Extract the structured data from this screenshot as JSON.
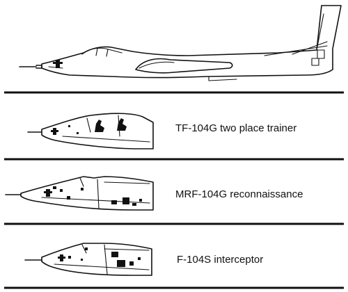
{
  "variants": [
    {
      "caption": ""
    },
    {
      "caption": "TF-104G two place trainer"
    },
    {
      "caption": "MRF-104G reconnaissance"
    },
    {
      "caption": "F-104S interceptor"
    }
  ]
}
